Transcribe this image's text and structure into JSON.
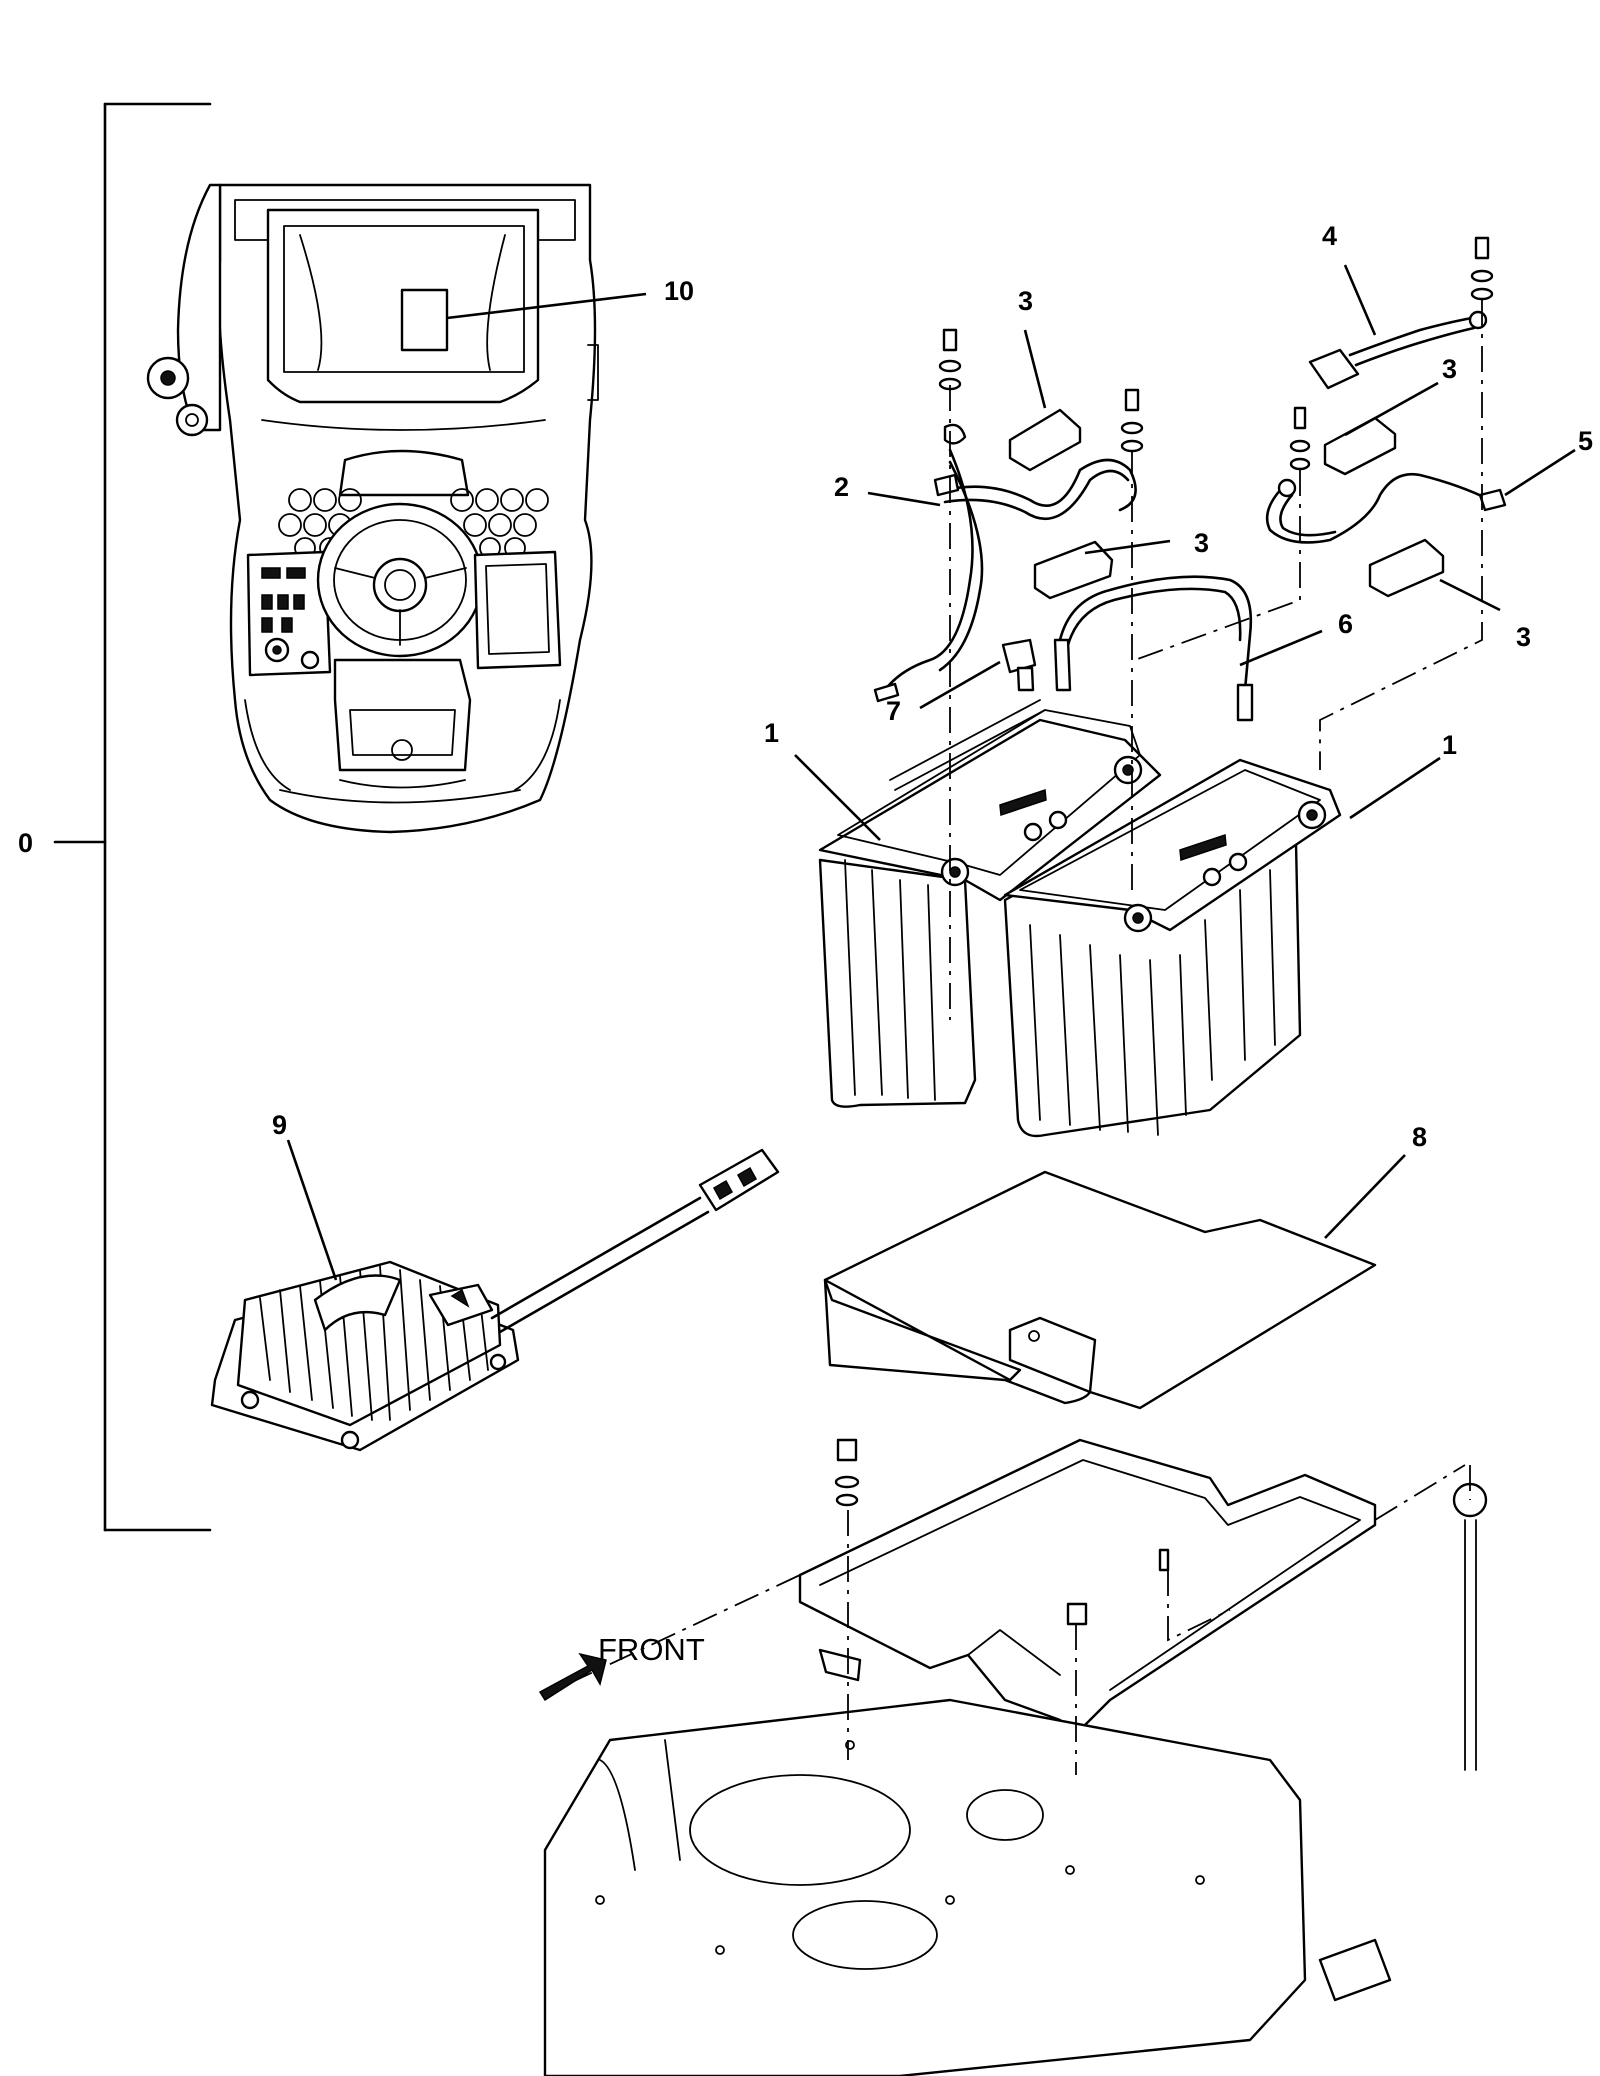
{
  "callouts": {
    "c0": "0",
    "c1a": "1",
    "c1b": "1",
    "c2": "2",
    "c3a": "3",
    "c3b": "3",
    "c3c": "3",
    "c3d": "3",
    "c4": "4",
    "c5": "5",
    "c6": "6",
    "c7": "7",
    "c8": "8",
    "c9": "9",
    "c10": "10"
  },
  "direction_label": "FRONT",
  "icons": {
    "direction_arrow": "arrow-down-left-icon"
  }
}
